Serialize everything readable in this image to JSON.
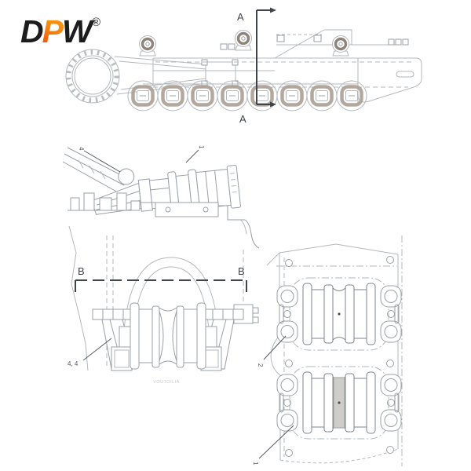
{
  "logo": {
    "letters": [
      {
        "char": "D",
        "color": "#1c1c1c"
      },
      {
        "char": "P",
        "color": "#f5820d"
      },
      {
        "char": "W",
        "color": "#1c1c1c"
      }
    ],
    "registered": "®"
  },
  "side_view": {
    "section_label_top": "A",
    "section_label_bottom": "A"
  },
  "section_view": {
    "label_left": "B",
    "label_right": "B",
    "callout_pin": "4",
    "callout_roller": "1",
    "callout_bolts": "4, 4",
    "stamp": "VOUTOILIA"
  },
  "plan_view": {
    "callout_frame": "2",
    "callout_roller": "1"
  },
  "colors": {
    "logo_black": "#1c1c1c",
    "logo_red": "#e03014",
    "logo_orange": "#f5820d",
    "logo_yellow": "#f9b616",
    "line_light": "#b3b8bd",
    "line_mid": "#9aa0a7",
    "line_dark": "#7e858d",
    "annotation": "#3f444a",
    "roller_shade": "#ab9f93",
    "band_shade": "#cfcdca"
  }
}
